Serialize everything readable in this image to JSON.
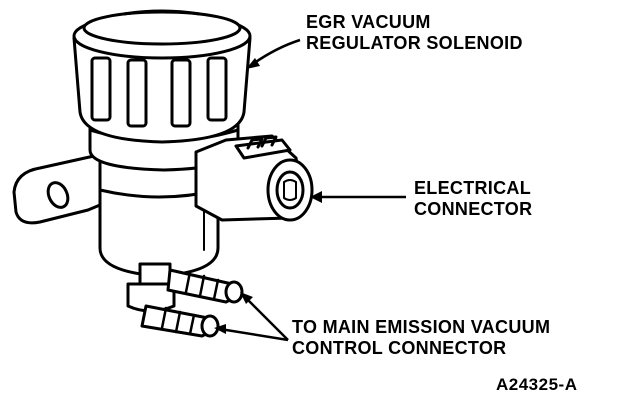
{
  "callouts": {
    "solenoid": [
      "EGR VACUUM",
      "REGULATOR SOLENOID"
    ],
    "connector": [
      "ELECTRICAL",
      "CONNECTOR"
    ],
    "vacuum": [
      "TO MAIN EMISSION VACUUM",
      "CONTROL CONNECTOR"
    ]
  },
  "figure_id": "A24325-A",
  "colors": {
    "ink": "#000000",
    "paper": "#ffffff"
  }
}
